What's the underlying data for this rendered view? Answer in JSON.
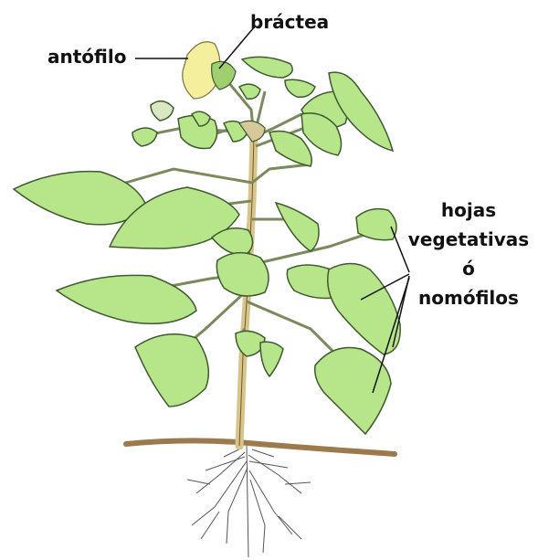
{
  "labels": {
    "antofilo": "antófilo",
    "bractea": "bráctea",
    "hojas_lines": [
      "hojas",
      "vegetativas",
      "ó",
      "nomófilos"
    ]
  },
  "colors": {
    "leaf_fill": "#b6e58a",
    "leaf_stroke": "#3f5a2e",
    "stem": "#d8c58c",
    "ground": "#9c7a4e",
    "flower": "#f3ef9c",
    "roots": "#555555",
    "text": "#111111"
  }
}
